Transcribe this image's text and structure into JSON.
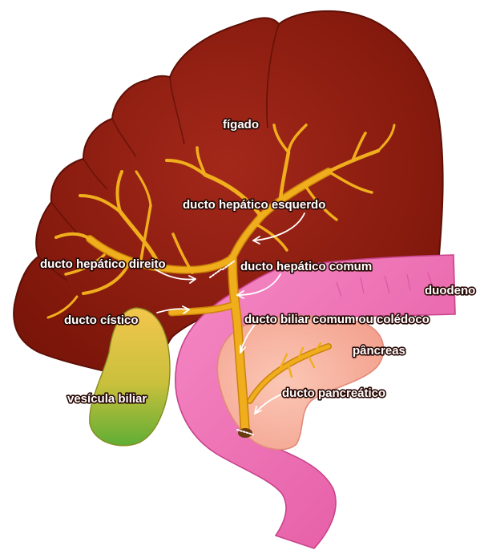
{
  "labels": {
    "liver": "fígado",
    "left_hepatic_duct": "ducto hepático esquerdo",
    "right_hepatic_duct": "ducto hepático direito",
    "common_hepatic_duct": "ducto hepático comum",
    "duodenum": "duodeno",
    "cystic_duct": "ducto cístico",
    "common_bile_duct": "ducto biliar comum ou colédoco",
    "pancreas": "pâncreas",
    "pancreatic_duct": "ducto pancreático",
    "gallbladder": "vesícula biliar"
  },
  "colors": {
    "liver": "#8f1c0d",
    "liver_edge": "#5e0f06",
    "duct": "#f0ae1c",
    "duct_edge": "#c9820a",
    "duodenum": "#ec6fb6",
    "pancreas": "#f7b0a0",
    "gallbladder_top": "#f2c34a",
    "gallbladder_bottom": "#6cb63a",
    "arrow": "#ffffff"
  }
}
